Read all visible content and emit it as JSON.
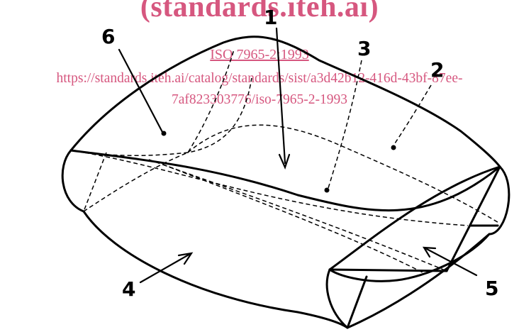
{
  "watermark": {
    "title": "(standards.iteh.ai)",
    "code": "ISO 7965-2:1993",
    "url_line1": "https://standards.iteh.ai/catalog/standards/sist/a3d42b12-416d-43bf-87ee-",
    "url_line2": "7af823303776/iso-7965-2-1993"
  },
  "callouts": {
    "c1": "1",
    "c2": "2",
    "c3": "3",
    "c4": "4",
    "c5": "5",
    "c6": "6"
  }
}
